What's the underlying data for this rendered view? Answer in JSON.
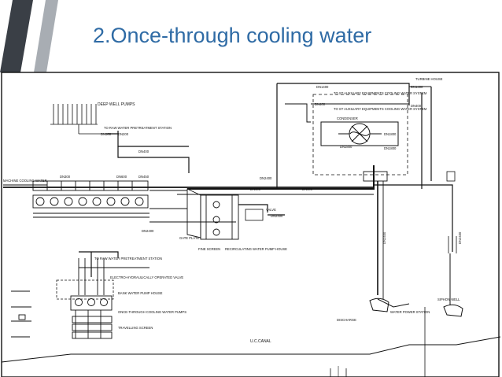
{
  "slide": {
    "title": "2.Once-through cooling water"
  },
  "colors": {
    "title": "#2f6ba5",
    "stripe_dark": "#3a3f46",
    "stripe_light": "#a8adb3",
    "line": "#111111"
  },
  "labels": {
    "deep_well_pumps": "DEEP WELL PUMPS",
    "to_raw_water_1": "TO RAW WATER PRETREATMENT STATION",
    "dn500": "DN500",
    "dn200": "DN200",
    "dn400": "DN400",
    "dn300": "DN300",
    "dn600": "DN600",
    "dn450": "DN450",
    "machine_cooling_water": "MACHINE COOLING WATER",
    "dn2400": "DN2400",
    "valve": "VALVE",
    "gate_plate": "GATE PLATE",
    "fine_screen": "FINE SCREEN",
    "recirculating_house": "RECIRCULATING WATER PUMP HOUSE",
    "to_raw_water_2": "TO RAW WATER PRETREATMENT STATION",
    "electro_valve": "ELECTRO-HYDRAULICALLY OPERATED VALVE",
    "bank_water_house": "BANK WATER PUMP HOUSE",
    "once_through_pumps": "ONCE-THROUGH COOLING WATER PUMPS",
    "travelling_screen": "TRAVELLING SCREEN",
    "uc_canal": "U.C.CANAL",
    "discharge": "DISCHARGE",
    "siphon_well": "SIPHON WELL",
    "water_power_station": "WATER POWER STATION",
    "turbine_house": "TURBINE HOUSE",
    "dn1400": "DN1400",
    "to_st_aux": "TO ST AUXILIARY EQUIPMENTS COOLING WATER SYSTEM",
    "condenser": "CONDENSER",
    "dn1800": "DN1800"
  }
}
